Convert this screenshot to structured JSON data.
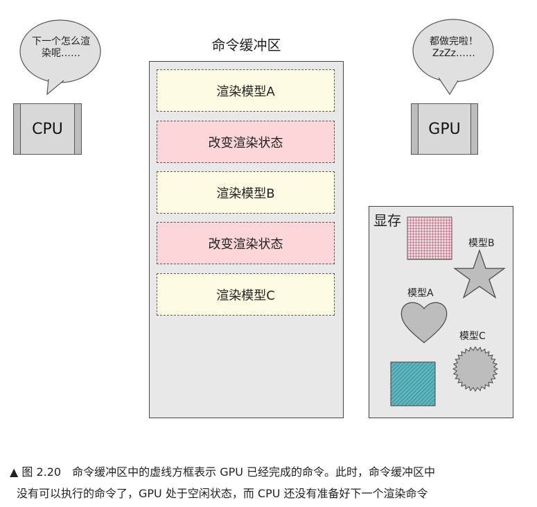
{
  "cpu": {
    "bubble_line1": "下一个怎么渲",
    "bubble_line2": "染呢……",
    "label": "CPU"
  },
  "gpu": {
    "bubble_line1": "都做完啦！",
    "bubble_line2": "ZzZz……",
    "label": "GPU"
  },
  "buffer": {
    "title": "命令缓冲区",
    "commands": [
      {
        "label": "渲染模型A",
        "kind": "render"
      },
      {
        "label": "改变渲染状态",
        "kind": "state"
      },
      {
        "label": "渲染模型B",
        "kind": "render"
      },
      {
        "label": "改变渲染状态",
        "kind": "state"
      },
      {
        "label": "渲染模型C",
        "kind": "render"
      }
    ]
  },
  "vram": {
    "title": "显存",
    "model_b": "模型B",
    "model_a": "模型A",
    "model_c": "模型C"
  },
  "caption": {
    "line1": "▲ 图 2.20　命令缓冲区中的虚线方框表示 GPU 已经完成的命令。此时，命令缓冲区中",
    "line2": "没有可以执行的命令了，GPU 处于空闲状态，而 CPU 还没有准备好下一个渲染命令"
  },
  "colors": {
    "render_cmd_bg": "#fdfce3",
    "state_cmd_bg": "#fcd6d8",
    "texture_red": "#c0607a",
    "texture_teal": "#4aa3ad",
    "shape_gray": "#bdbdbd"
  }
}
